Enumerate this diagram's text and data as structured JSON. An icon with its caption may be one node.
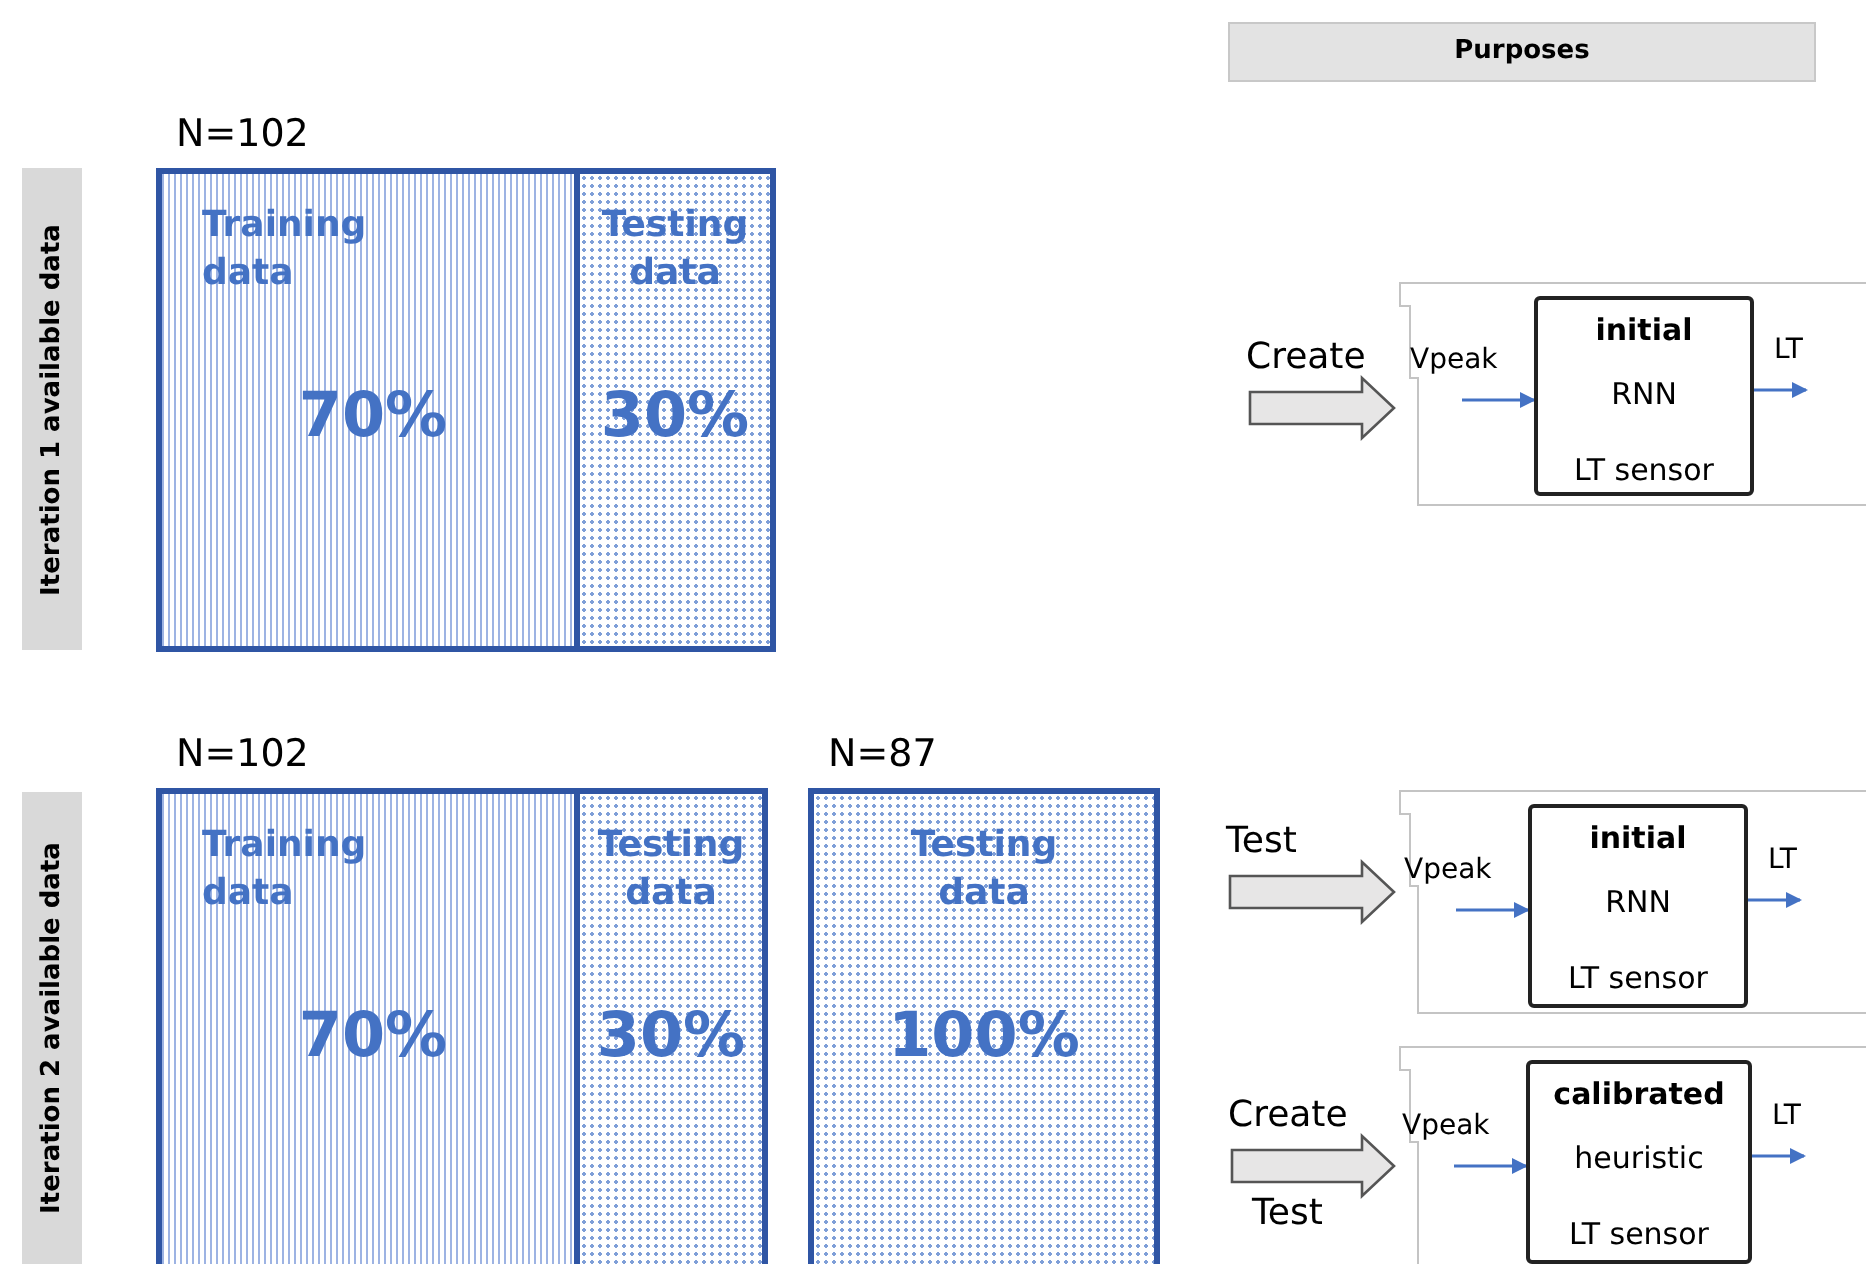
{
  "diagram": {
    "nodes": [
      {
        "text": [
          "Purposes"
        ]
      },
      {
        "text": [
          "Iteration 1 available data"
        ]
      },
      {
        "text": [],
        "shape": "box",
        "beside": [
          "N=102"
        ]
      },
      {
        "text": [
          "Training data",
          "70%"
        ],
        "in": 2
      },
      {
        "text": [
          "Testing data",
          "30%"
        ],
        "in": 2
      },
      {
        "text": [],
        "shape": "box"
      },
      {
        "text": [
          "initial",
          "RNN",
          "LT sensor"
        ],
        "in": 5
      },
      {
        "text": [
          "Iteration 2 available data"
        ]
      },
      {
        "text": [],
        "shape": "box",
        "beside": [
          "N=102"
        ]
      },
      {
        "text": [
          "Training data",
          "70%"
        ],
        "in": 8
      },
      {
        "text": [
          "Testing data",
          "30%"
        ],
        "in": 8
      },
      {
        "text": [],
        "shape": "box",
        "beside": [
          "N=87"
        ]
      },
      {
        "text": [
          "Testing data",
          "100%"
        ],
        "in": 11
      },
      {
        "text": [],
        "shape": "box"
      },
      {
        "text": [
          "initial",
          "RNN",
          "LT sensor"
        ],
        "in": 13
      },
      {
        "text": [],
        "shape": "box"
      },
      {
        "text": [
          "calibrated",
          "heuristic",
          "LT sensor"
        ],
        "in": 15
      }
    ],
    "edges": [
      {
        "from": null,
        "to": 5,
        "arrow": "to",
        "label": "Create",
        "style": "thick"
      },
      {
        "from": null,
        "to": 6,
        "arrow": "to",
        "label": "Vpeak"
      },
      {
        "from": 6,
        "to": null,
        "arrow": "to",
        "label": "LT"
      },
      {
        "from": null,
        "to": 13,
        "arrow": "to",
        "label": "Test",
        "style": "thick"
      },
      {
        "from": null,
        "to": 14,
        "arrow": "to",
        "label": "Vpeak"
      },
      {
        "from": 14,
        "to": null,
        "arrow": "to",
        "label": "LT"
      },
      {
        "from": null,
        "to": 15,
        "arrow": "to",
        "label": "Create",
        "style": "thick"
      },
      {
        "from": null,
        "to": 16,
        "arrow": "to",
        "label": "Vpeak"
      },
      {
        "from": 16,
        "to": null,
        "arrow": "to",
        "label": "LT"
      }
    ],
    "labels": [
      "Test"
    ]
  }
}
